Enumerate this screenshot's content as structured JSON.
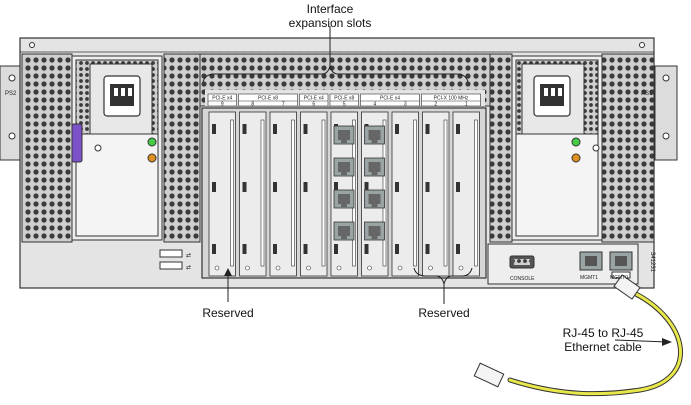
{
  "callouts": {
    "slots_line1": "Interface",
    "slots_line2": "expansion slots",
    "reserved_left": "Reserved",
    "reserved_right": "Reserved",
    "cable_line1": "RJ-45 to RJ-45",
    "cable_line2": "Ethernet cable"
  },
  "panel": {
    "ps_left": "PS2",
    "ps_right": "PS1",
    "console": "CONSOLE",
    "mgmt0": "MGMT0",
    "mgmt1": "MGMT1",
    "figure_number": "341231"
  },
  "slot_headers": [
    {
      "label": "PCI-E x4"
    },
    {
      "label": "PCI-E x8"
    },
    {
      "label": "PCI-E x4"
    },
    {
      "label": "PCI-E x8"
    },
    {
      "label": "PCI-E x4"
    },
    {
      "label": "PCI-X 100 MHz"
    }
  ],
  "slot_numbers": [
    "9",
    "8",
    "7",
    "6",
    "5",
    "4",
    "3",
    "2",
    "1"
  ],
  "colors": {
    "chassis": "#e4e4e4",
    "chassis_outline": "#333333",
    "vent": "#3a3a3a",
    "psu_handle": "#7b52c9",
    "led_green": "#44cc44",
    "led_amber": "#e09020",
    "cable": "#e8e84a"
  }
}
